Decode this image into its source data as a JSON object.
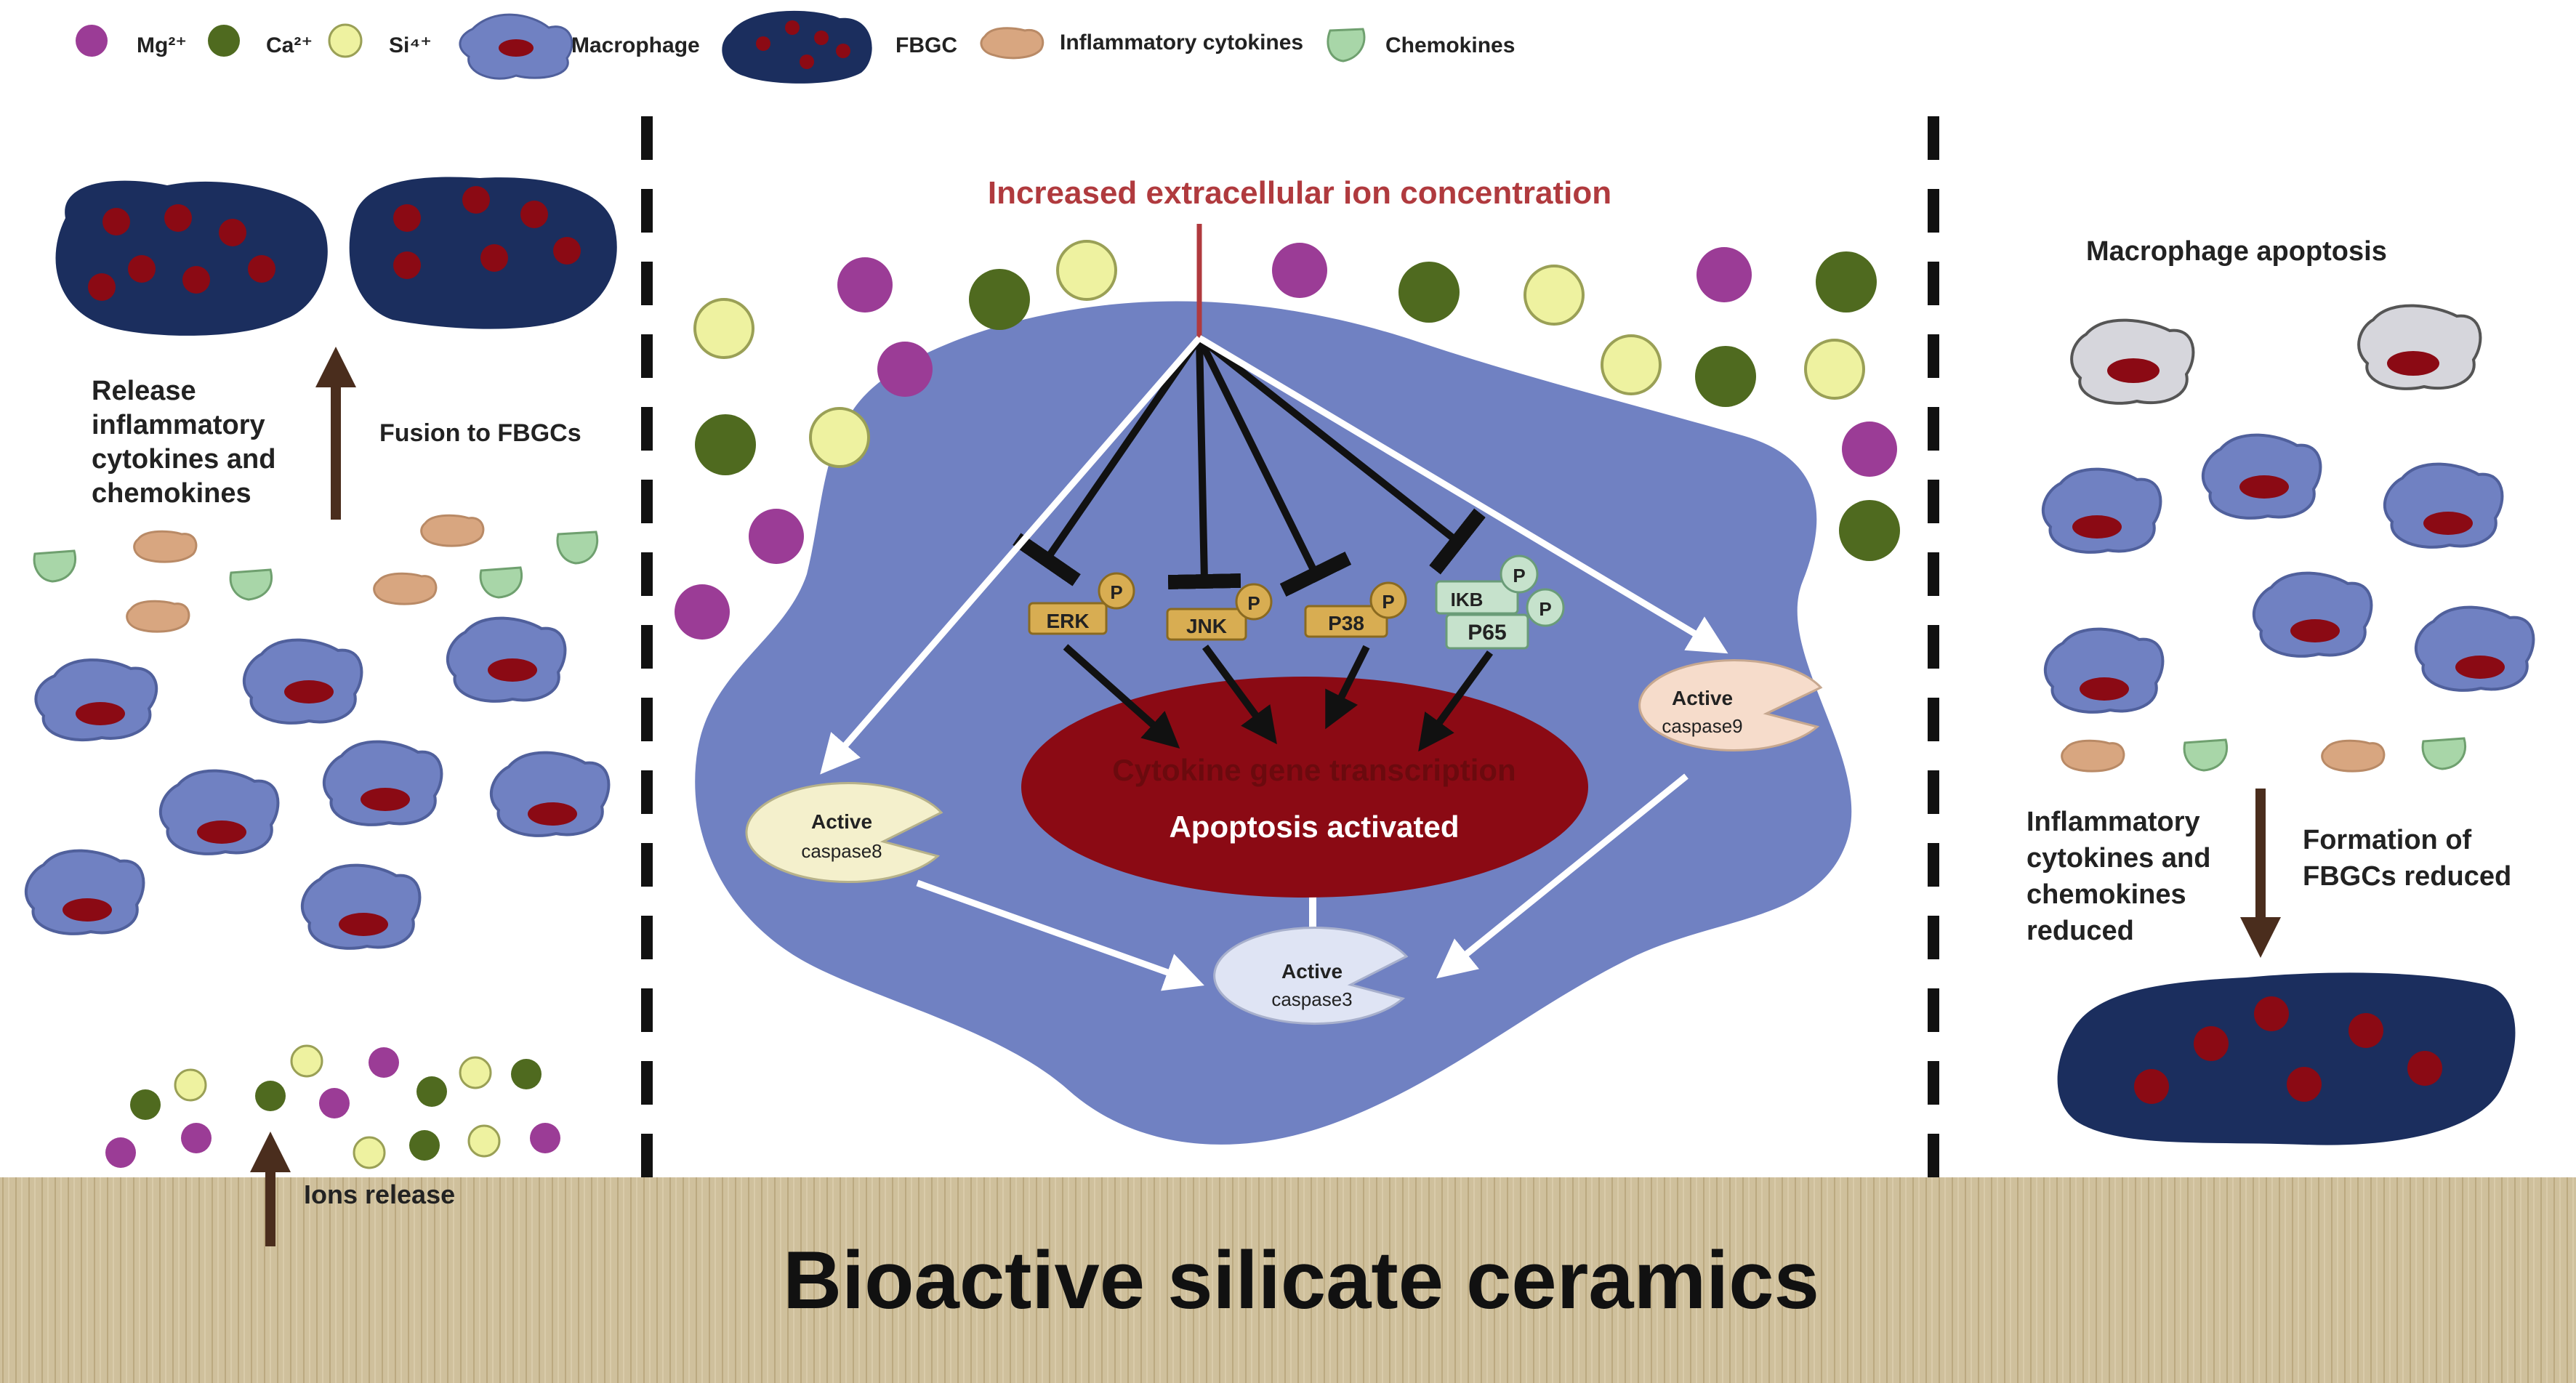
{
  "legend": {
    "mg": "Mg²⁺",
    "ca": "Ca²⁺",
    "si": "Si⁴⁺",
    "macrophage": "Macrophage",
    "fbgc": "FBGC",
    "cytokines": "Inflammatory cytokines",
    "chemokines": "Chemokines"
  },
  "left": {
    "release_line1": "Release",
    "release_line2": "inflammatory",
    "release_line3": "cytokines and",
    "release_line4": "chemokines",
    "fusion": "Fusion to FBGCs",
    "ions_release": "Ions release"
  },
  "center": {
    "stimulus": "Increased extracellular ion concentration",
    "erk": "ERK",
    "jnk": "JNK",
    "p38": "P38",
    "ikb": "IKB",
    "p65": "P65",
    "phospho": "P",
    "transcription": "Cytokine gene transcription",
    "apoptosis": "Apoptosis activated",
    "active": "Active",
    "caspase8": "caspase8",
    "caspase9": "caspase9",
    "caspase3": "caspase3"
  },
  "right": {
    "apoptosis_title": "Macrophage apoptosis",
    "reduced_line1": "Inflammatory",
    "reduced_line2": "cytokines and",
    "reduced_line3": "chemokines",
    "reduced_line4": "reduced",
    "fbgc_line1": "Formation of",
    "fbgc_line2": "FBGCs reduced"
  },
  "footer": {
    "material": "Bioactive silicate ceramics"
  },
  "colors": {
    "mg": "#9b3c96",
    "ca": "#4f6a1f",
    "si": "#eef2a0",
    "macrophage": "#7081c2",
    "fbgc": "#1b2e5e",
    "nucleus": "#8b0a14",
    "stimulus": "#b03a3e",
    "ceramic": "#cdbd98",
    "arrow_brown": "#4a2d1d"
  }
}
